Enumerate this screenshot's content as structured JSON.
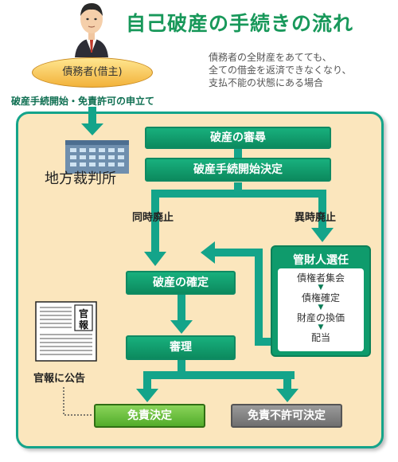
{
  "title": "自己破産の手続きの流れ",
  "description": [
    "債務者の全財産をあてても、",
    "全ての借金を返済できなくなり、",
    "支払不能の状態にある場合"
  ],
  "debtor_label": "債務者(借主)",
  "petition_label": "破産手続開始・免責許可の申立て",
  "court_label": "地方裁判所",
  "steps": {
    "examination": "破産の審尋",
    "commencement": "破産手続開始決定",
    "simultaneous_abolition": "同時廃止",
    "separate_abolition": "異時廃止",
    "finalization": "破産の確定",
    "hearing": "審理"
  },
  "trustee": {
    "title": "管財人選任",
    "steps": [
      "債権者集会",
      "債権確定",
      "財産の換価",
      "配当"
    ]
  },
  "gazette": {
    "label": "官報に公告",
    "masthead": "官報"
  },
  "outcomes": {
    "discharge": "免責決定",
    "no_discharge": "免責不許可決定"
  },
  "colors": {
    "title_green": "#18985a",
    "box_green": "#0c8a5e",
    "panel_bg": "#fbe6bd",
    "panel_border": "#14a48a",
    "discharge_green": "#52ac2a",
    "no_discharge_gray": "#6f6f6f"
  },
  "icons": [
    "person-icon",
    "court-building-icon",
    "gazette-newspaper-icon"
  ]
}
